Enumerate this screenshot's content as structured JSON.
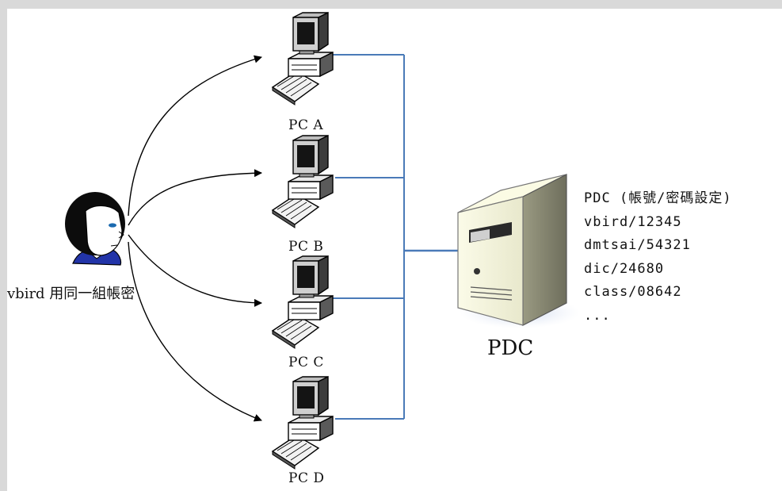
{
  "user": {
    "label": "vbird 用同一組帳密",
    "icon": "user-avatar-icon"
  },
  "computers": [
    {
      "label": "PC A",
      "icon": "desktop-computer-icon"
    },
    {
      "label": "PC B",
      "icon": "desktop-computer-icon"
    },
    {
      "label": "PC C",
      "icon": "desktop-computer-icon"
    },
    {
      "label": "PC D",
      "icon": "desktop-computer-icon"
    }
  ],
  "server": {
    "label": "PDC",
    "icon": "server-tower-icon"
  },
  "accounts": {
    "title": "PDC (帳號/密碼設定)",
    "entries": [
      "vbird/12345",
      "dmtsai/54321",
      "dic/24680",
      "class/08642",
      "..."
    ]
  },
  "colors": {
    "network_line": "#4a7ab8",
    "arrow": "#000000",
    "background_frame": "#d9d9d9"
  }
}
